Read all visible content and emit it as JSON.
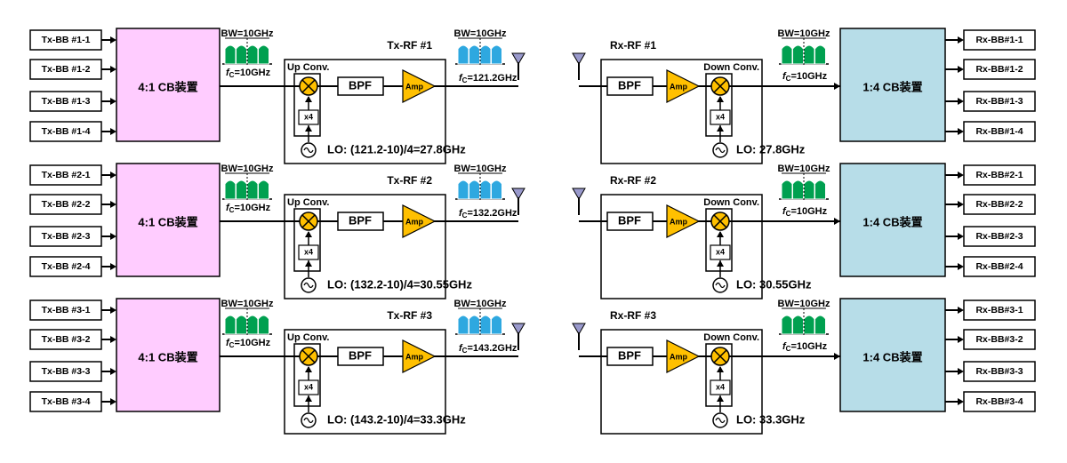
{
  "colors": {
    "tx_cb_fill": "#FFCCFF",
    "rx_cb_fill": "#B7DDE8",
    "green_band": "#00A050",
    "blue_band": "#2EA8E0",
    "amp_fill": "#FFC000",
    "mixer_fill": "#FFC000",
    "antenna_fill": "#9999CC"
  },
  "tx": [
    {
      "inputs": [
        "Tx-BB #1-1",
        "Tx-BB #1-2",
        "Tx-BB #1-3",
        "Tx-BB #1-4"
      ],
      "cb_label": "4:1 CB装置",
      "bw_label": "BW=10GHz",
      "fc_label": "=10GHz",
      "rf_title": "Tx-RF #1",
      "conv_label": "Up Conv.",
      "x4_label": "x4",
      "bpf_label": "BPF",
      "amp_label": "Amp",
      "lo_label": "LO: (121.2-10)/4=27.8GHz",
      "out_bw_label": "BW=10GHz",
      "out_fc_label": "=121.2GHz"
    },
    {
      "inputs": [
        "Tx-BB #2-1",
        "Tx-BB #2-2",
        "Tx-BB #2-3",
        "Tx-BB #2-4"
      ],
      "cb_label": "4:1 CB装置",
      "bw_label": "BW=10GHz",
      "fc_label": "=10GHz",
      "rf_title": "Tx-RF #2",
      "conv_label": "Up Conv.",
      "x4_label": "x4",
      "bpf_label": "BPF",
      "amp_label": "Amp",
      "lo_label": "LO: (132.2-10)/4=30.55GHz",
      "out_bw_label": "BW=10GHz",
      "out_fc_label": "=132.2GHz"
    },
    {
      "inputs": [
        "Tx-BB #3-1",
        "Tx-BB #3-2",
        "Tx-BB #3-3",
        "Tx-BB #3-4"
      ],
      "cb_label": "4:1 CB装置",
      "bw_label": "BW=10GHz",
      "fc_label": "=10GHz",
      "rf_title": "Tx-RF #3",
      "conv_label": "Up Conv.",
      "x4_label": "x4",
      "bpf_label": "BPF",
      "amp_label": "Amp",
      "lo_label": "LO: (143.2-10)/4=33.3GHz",
      "out_bw_label": "BW=10GHz",
      "out_fc_label": "=143.2GHz"
    }
  ],
  "rx": [
    {
      "rf_title": "Rx-RF #1",
      "bpf_label": "BPF",
      "amp_label": "Amp",
      "conv_label": "Down Conv.",
      "x4_label": "x4",
      "lo_label": "LO: 27.8GHz",
      "bw_label": "BW=10GHz",
      "fc_label": "=10GHz",
      "cb_label": "1:4 CB装置",
      "outputs": [
        "Rx-BB#1-1",
        "Rx-BB#1-2",
        "Rx-BB#1-3",
        "Rx-BB#1-4"
      ]
    },
    {
      "rf_title": "Rx-RF #2",
      "bpf_label": "BPF",
      "amp_label": "Amp",
      "conv_label": "Down Conv.",
      "x4_label": "x4",
      "lo_label": "LO: 30.55GHz",
      "bw_label": "BW=10GHz",
      "fc_label": "=10GHz",
      "cb_label": "1:4 CB装置",
      "outputs": [
        "Rx-BB#2-1",
        "Rx-BB#2-2",
        "Rx-BB#2-3",
        "Rx-BB#2-4"
      ]
    },
    {
      "rf_title": "Rx-RF #3",
      "bpf_label": "BPF",
      "amp_label": "Amp",
      "conv_label": "Down Conv.",
      "x4_label": "x4",
      "lo_label": "LO: 33.3GHz",
      "bw_label": "BW=10GHz",
      "fc_label": "=10GHz",
      "cb_label": "1:4 CB装置",
      "outputs": [
        "Rx-BB#3-1",
        "Rx-BB#3-2",
        "Rx-BB#3-3",
        "Rx-BB#3-4"
      ]
    }
  ]
}
